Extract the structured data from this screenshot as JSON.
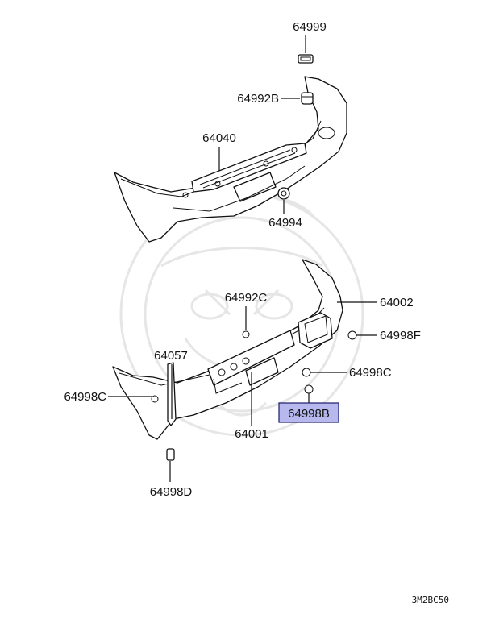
{
  "diagram": {
    "footer_code": "3M2BC50",
    "selected_part": "64998B",
    "colors": {
      "line": "#111111",
      "highlight_fill": "#b7b9ee",
      "highlight_border": "#1d1d6a",
      "watermark": "#e6e6e6"
    },
    "parts": [
      {
        "id": "p64999",
        "number": "64999"
      },
      {
        "id": "p64992b",
        "number": "64992B"
      },
      {
        "id": "p64040",
        "number": "64040"
      },
      {
        "id": "p64994",
        "number": "64994"
      },
      {
        "id": "p64992c",
        "number": "64992C"
      },
      {
        "id": "p64002",
        "number": "64002"
      },
      {
        "id": "p64998f",
        "number": "64998F"
      },
      {
        "id": "p64057",
        "number": "64057"
      },
      {
        "id": "p64998c_r",
        "number": "64998C"
      },
      {
        "id": "p64998c_l",
        "number": "64998C"
      },
      {
        "id": "p64998b",
        "number": "64998B"
      },
      {
        "id": "p64001",
        "number": "64001"
      },
      {
        "id": "p64998d",
        "number": "64998D"
      }
    ]
  }
}
